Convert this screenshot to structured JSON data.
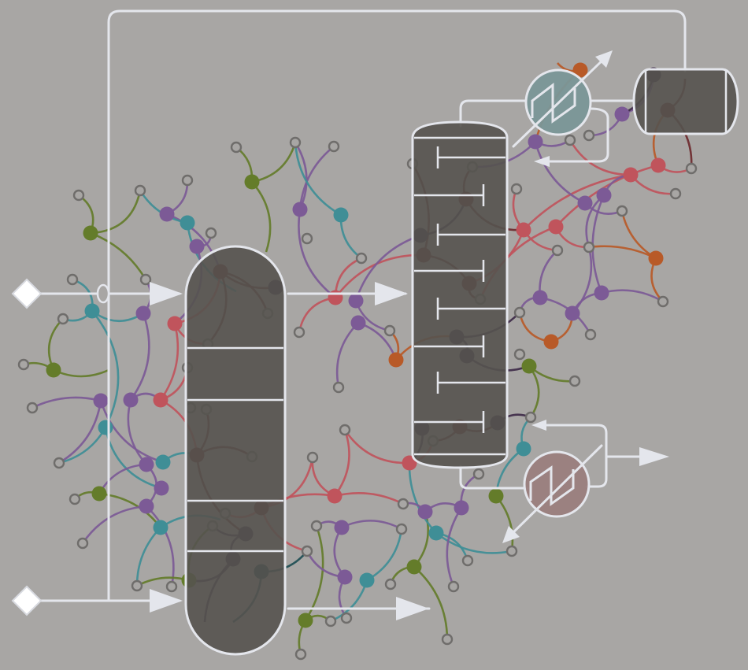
{
  "palette": {
    "background": "#a8a6a4",
    "pipe": "#e4e6ec",
    "vessel_fill": "#55534f",
    "red": "#c0545c",
    "purple": "#7c5a96",
    "teal": "#3f8e96",
    "olive": "#647c2a",
    "orange": "#b85a28",
    "darkred": "#6e2a2e",
    "darkpurple": "#3e2a48",
    "darkteal": "#1e4e54",
    "condenser_fill": "#7a9698",
    "reboiler_fill": "#9a7e7e"
  },
  "equipment": [
    {
      "name": "main-column",
      "kind": "vessel"
    },
    {
      "name": "distillation-column",
      "kind": "vessel"
    },
    {
      "name": "condenser",
      "kind": "heat-exchanger"
    },
    {
      "name": "reflux-drum",
      "kind": "vessel"
    },
    {
      "name": "reboiler",
      "kind": "heat-exchanger"
    }
  ],
  "feeds": [
    "feed-top",
    "feed-bottom"
  ],
  "products": [
    "bottoms-product",
    "reboiler-product"
  ]
}
